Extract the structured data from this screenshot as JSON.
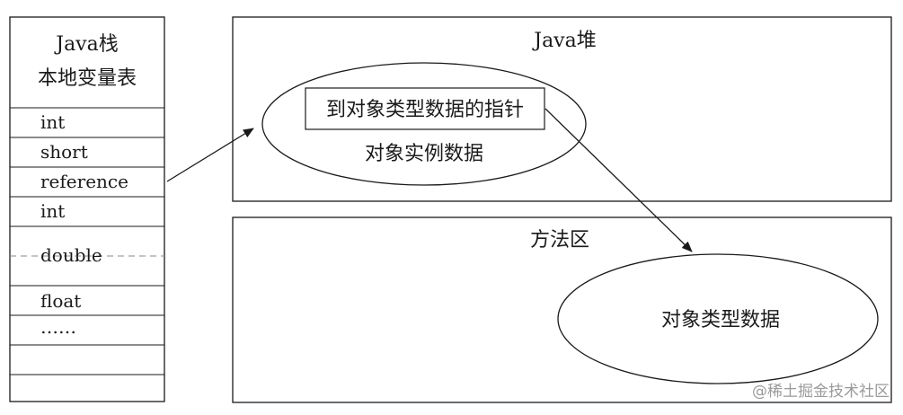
{
  "stack": {
    "title_line1": "Java栈",
    "title_line2": "本地变量表",
    "slots": [
      "int",
      "short",
      "reference",
      "int",
      "double",
      "float",
      "……",
      "",
      ""
    ]
  },
  "heap": {
    "title": "Java堆",
    "pointer_label": "到对象类型数据的指针",
    "instance_label": "对象实例数据"
  },
  "method_area": {
    "title": "方法区",
    "type_data_label": "对象类型数据"
  },
  "watermark": "@稀土掘金技术社区",
  "colors": {
    "stroke": "#1a1a1a",
    "text": "#1a1a1a",
    "background": "#ffffff",
    "dashed": "#8a8a8a",
    "watermark": "#9a9a9a"
  }
}
